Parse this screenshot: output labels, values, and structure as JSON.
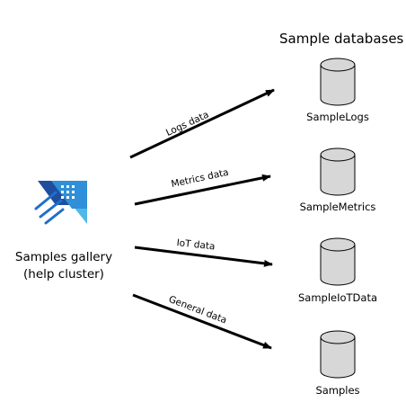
{
  "heading": "Sample databases",
  "gallery": {
    "line1": "Samples gallery",
    "line2": "(help cluster)",
    "icon": "azure-data-explorer-icon"
  },
  "arrows": [
    {
      "label": "Logs data"
    },
    {
      "label": "Metrics data"
    },
    {
      "label": "IoT data"
    },
    {
      "label": "General data"
    }
  ],
  "databases": [
    {
      "label": "SampleLogs",
      "icon": "database-icon"
    },
    {
      "label": "SampleMetrics",
      "icon": "database-icon"
    },
    {
      "label": "SampleIoTData",
      "icon": "database-icon"
    },
    {
      "label": "Samples",
      "icon": "database-icon"
    }
  ],
  "colors": {
    "cylinder_fill": "#d7d7d7",
    "cylinder_stroke": "#000000",
    "icon_dark_blue": "#1f4e9e",
    "icon_light_blue": "#50b7ea",
    "arrow": "#000000"
  }
}
